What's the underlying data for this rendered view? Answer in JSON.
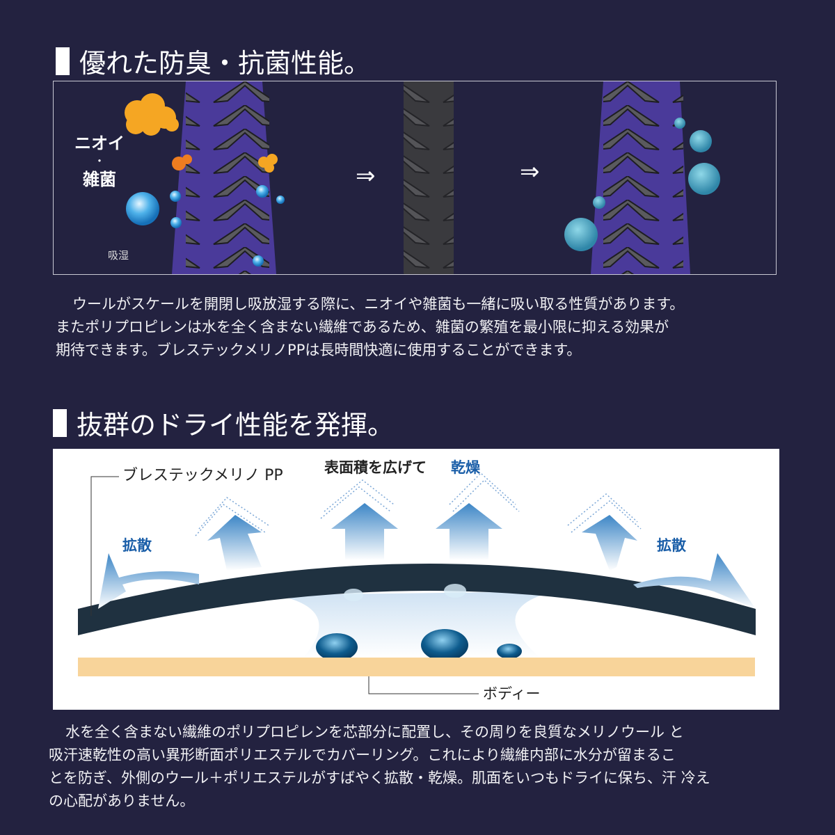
{
  "section1": {
    "title": "優れた防臭・抗菌性能。",
    "diagram": {
      "label_odor": "ニオイ",
      "label_dot": "・",
      "label_bacteria": "雑菌",
      "label_moisture": "吸湿",
      "arrow1": "⇒",
      "arrow2": "⇒"
    },
    "paragraph": [
      "ウールがスケールを開閉し吸放湿する際に、ニオイや雑菌も一緒に吸い取る性質があります。",
      "またポリプロピレンは水を全く含まない繊維であるため、雑菌の繁殖を最小限に抑える効果が",
      "期待できます。ブレステックメリノPPは長時間快適に使用することができます。"
    ]
  },
  "section2": {
    "title": "抜群のドライ性能を発揮。",
    "diagram": {
      "label_product": "ブレステックメリノ PP",
      "label_surface": "表面積を広げて",
      "label_dry": "乾燥",
      "label_diffuse_left": "拡散",
      "label_diffuse_right": "拡散",
      "label_body": "ボディー"
    },
    "paragraph": [
      "水を全く含まない繊維のポリプロピレンを芯部分に配置し、その周りを良質なメリノウール と",
      "吸汗速乾性の高い異形断面ポリエステルでカバーリング。これにより繊維内部に水分が留まるこ",
      "とを防ぎ、外側のウール＋ポリエステルがすばやく拡散・乾燥。肌面をいつもドライに保ち、汗 冷え",
      "の心配がありません。"
    ]
  },
  "colors": {
    "background": "#232240",
    "fiber_purple": "#4a3a9a",
    "fiber_core": "#2c2c30",
    "odor_orange": "#f5a623",
    "fabric_dark": "#1f3140",
    "body_skin": "#f8d49a",
    "accent_blue": "#1a5ea8"
  }
}
